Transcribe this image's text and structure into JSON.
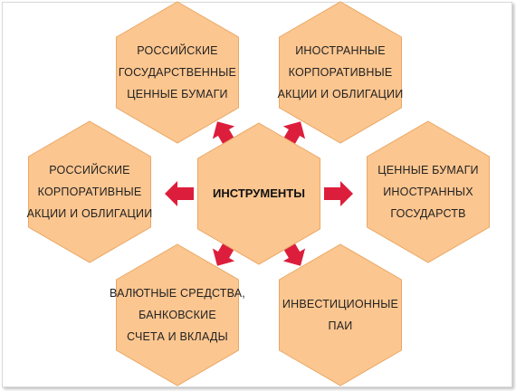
{
  "diagram": {
    "center": {
      "lines": [
        "ИНСТРУМЕНТЫ"
      ]
    },
    "nodes": [
      {
        "id": "ru-gov",
        "lines": [
          "РОССИЙСКИЕ",
          "ГОСУДАРСТВЕННЫЕ",
          "ЦЕННЫЕ БУМАГИ"
        ]
      },
      {
        "id": "foreign-corp",
        "lines": [
          "ИНОСТРАННЫЕ",
          "КОРПОРАТИВНЫЕ",
          "АКЦИИ И ОБЛИГАЦИИ"
        ]
      },
      {
        "id": "ru-corp",
        "lines": [
          "РОССИЙСКИЕ",
          "КОРПОРАТИВНЫЕ",
          "АКЦИИ И ОБЛИГАЦИИ"
        ]
      },
      {
        "id": "foreign-gov",
        "lines": [
          "ЦЕННЫЕ БУМАГИ",
          "ИНОСТРАННЫХ",
          "ГОСУДАРСТВ"
        ]
      },
      {
        "id": "currency",
        "lines": [
          "ВАЛЮТНЫЕ СРЕДСТВА,",
          "БАНКОВСКИЕ",
          "СЧЕТА И ВКЛАДЫ"
        ]
      },
      {
        "id": "funds",
        "lines": [
          "ИНВЕСТИЦИОННЫЕ",
          "ПАИ"
        ]
      }
    ],
    "colors": {
      "hex_fill": "#fcc690",
      "hex_stroke": "#e9a866",
      "arrow": "#dc1e3c",
      "text": "#222222"
    }
  }
}
